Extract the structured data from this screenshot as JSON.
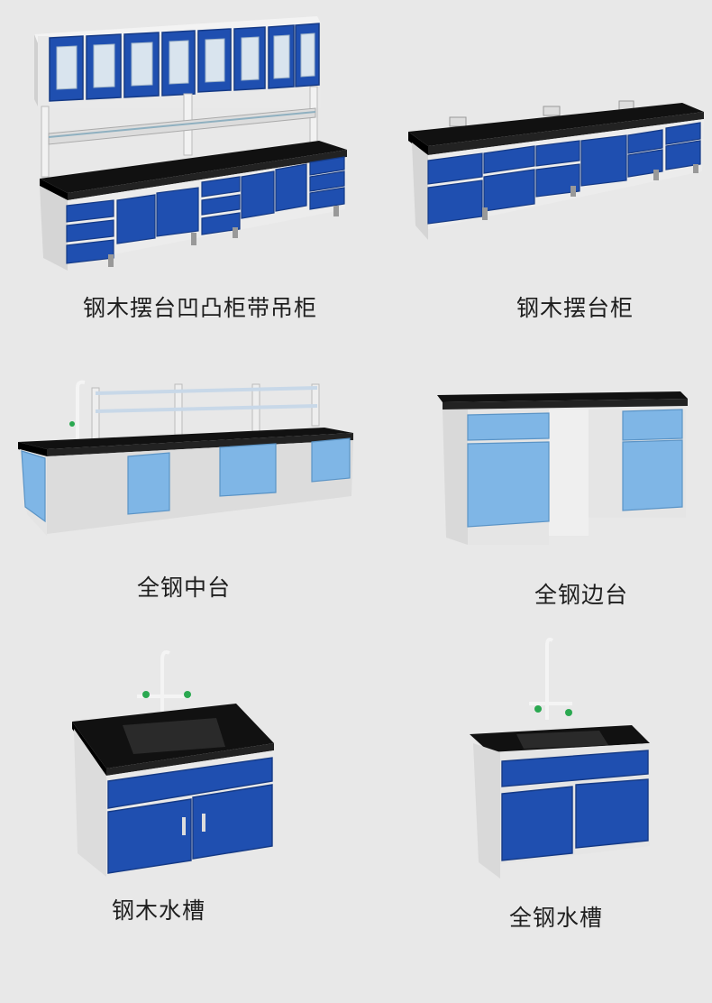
{
  "products": [
    {
      "id": "steel-wood-bench-with-wall-cabinet",
      "caption": "钢木摆台凹凸柜带吊柜"
    },
    {
      "id": "steel-wood-bench",
      "caption": "钢木摆台柜"
    },
    {
      "id": "all-steel-center-bench",
      "caption": "全钢中台"
    },
    {
      "id": "all-steel-side-bench",
      "caption": "全钢边台"
    },
    {
      "id": "steel-wood-sink",
      "caption": "钢木水槽"
    },
    {
      "id": "all-steel-sink",
      "caption": "全钢水槽"
    }
  ],
  "colors": {
    "background": "#e8e8e8",
    "countertop": "#111111",
    "door_blue": "#1f4fb0",
    "door_light_blue": "#7fb6e6",
    "frame_white": "#efefef",
    "frame_grey": "#c8c8c8",
    "caption_text": "#1e1e1e"
  }
}
